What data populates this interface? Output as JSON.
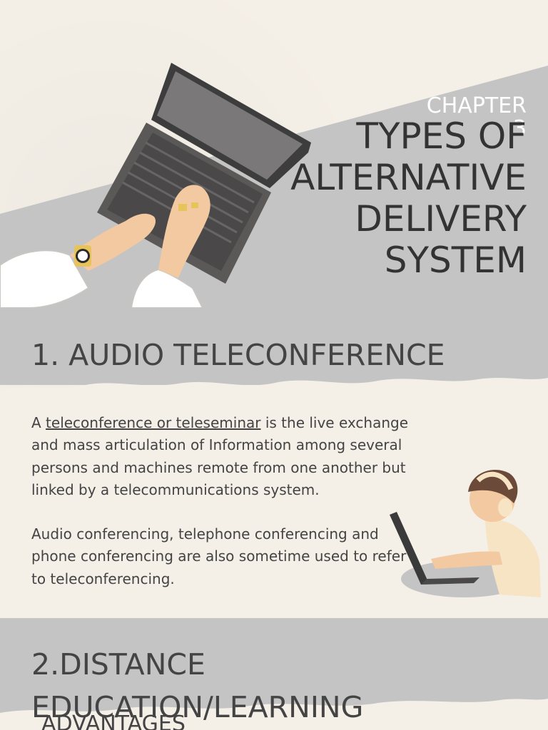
{
  "cover": {
    "chapter": "CHAPTER 3",
    "title": "TYPES OF ALTERNATIVE DELIVERY SYSTEM"
  },
  "section1": {
    "heading": "1. AUDIO TELECONFERENCE",
    "link_text": "teleconference or teleseminar",
    "para1_prefix": "A ",
    "para1_suffix": " is the live exchange and mass articulation of Information among several persons and machines remote from one another but linked by a telecommunications system.",
    "para2": "Audio conferencing, telephone conferencing and phone conferencing are also sometime used to refer to teleconferencing."
  },
  "section2": {
    "heading": "2.DISTANCE EDUCATION/LEARNING",
    "subheading": "ADVANTAGES"
  },
  "colors": {
    "paper": "#f4efe7",
    "band_gray": "#c4c4c4",
    "laptop_dark": "#5b5858",
    "skin": "#f2c9a0"
  }
}
